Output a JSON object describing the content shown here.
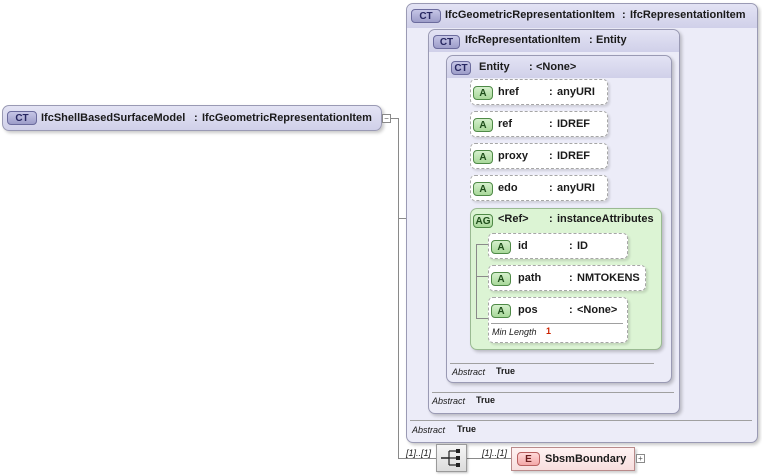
{
  "main": {
    "badge": "CT",
    "name": "IfcShellBasedSurfaceModel",
    "type": "IfcGeometricRepresentationItem"
  },
  "geom_item": {
    "badge": "CT",
    "name": "IfcGeometricRepresentationItem",
    "type": "IfcRepresentationItem",
    "abstract_label": "Abstract",
    "abstract_value": "True"
  },
  "repr_item": {
    "badge": "CT",
    "name": "IfcRepresentationItem",
    "type": "Entity",
    "abstract_label": "Abstract",
    "abstract_value": "True"
  },
  "entity": {
    "badge": "CT",
    "name": "Entity",
    "type": "<None>",
    "abstract_label": "Abstract",
    "abstract_value": "True"
  },
  "attributes": [
    {
      "badge": "A",
      "name": "href",
      "type": "anyURI"
    },
    {
      "badge": "A",
      "name": "ref",
      "type": "IDREF"
    },
    {
      "badge": "A",
      "name": "proxy",
      "type": "IDREF"
    },
    {
      "badge": "A",
      "name": "edo",
      "type": "anyURI"
    }
  ],
  "attr_group": {
    "badge": "AG",
    "name": "<Ref>",
    "type": "instanceAttributes",
    "items": [
      {
        "badge": "A",
        "name": "id",
        "type": "ID"
      },
      {
        "badge": "A",
        "name": "path",
        "type": "NMTOKENS"
      },
      {
        "badge": "A",
        "name": "pos",
        "type": "<None>",
        "facet_label": "Min Length",
        "facet_value": "1"
      }
    ]
  },
  "sequence": {
    "left_card": "[1]..[1]",
    "right_card": "[1]..[1]"
  },
  "child": {
    "badge": "E",
    "name": "SbsmBoundary"
  }
}
